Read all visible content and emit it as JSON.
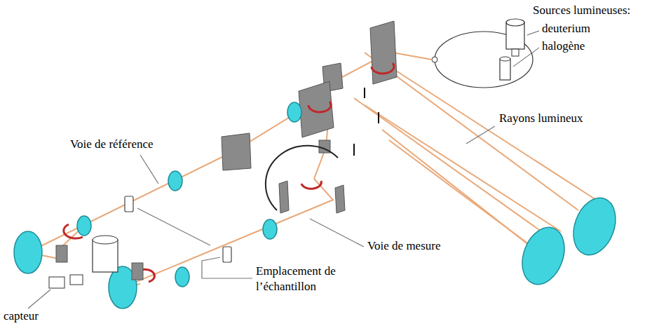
{
  "diagram": {
    "labels": [
      "Sources lumineuses:",
      "deuterium",
      "halogène",
      "Rayons lumineux",
      "Voie de référence",
      "Voie de mesure",
      "Emplacement de l’échantillon",
      "capteur"
    ]
  }
}
